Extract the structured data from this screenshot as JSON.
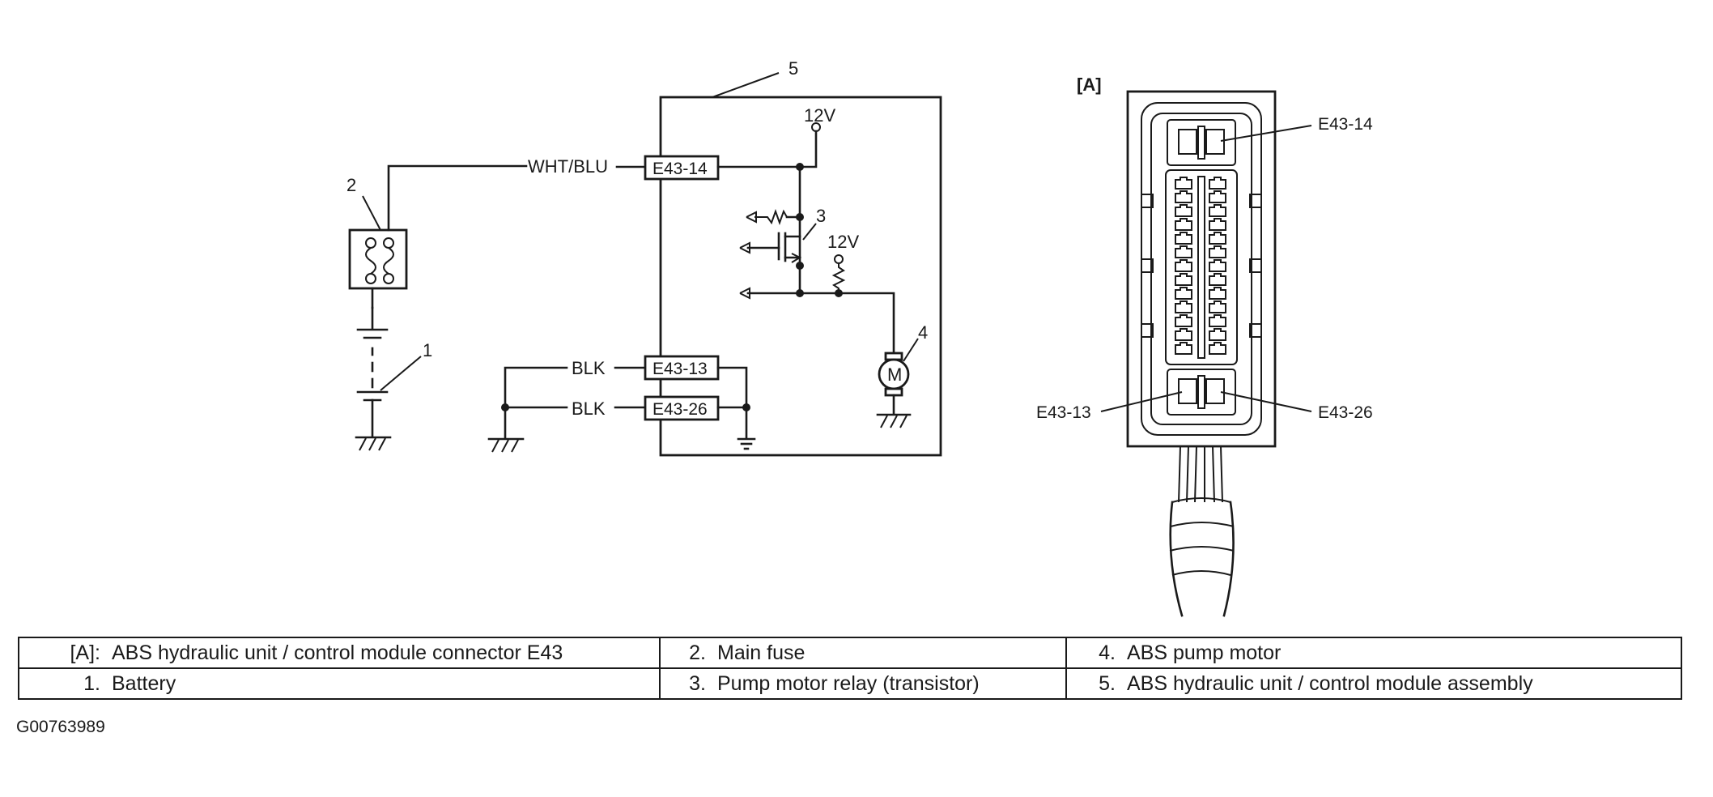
{
  "diagram": {
    "callouts": {
      "battery": "1",
      "main_fuse": "2",
      "relay": "3",
      "motor": "4",
      "assembly": "5"
    },
    "connector_view_label": "[A]",
    "wires": {
      "signal": "WHT/BLU",
      "ground_1": "BLK",
      "ground_2": "BLK"
    },
    "terminals": {
      "t14": "E43-14",
      "t13": "E43-13",
      "t26": "E43-26"
    },
    "supply_voltage": "12V",
    "motor_symbol": "M"
  },
  "legend": {
    "rows": [
      [
        {
          "key": "[A]:",
          "text": "ABS hydraulic unit / control module connector E43"
        },
        {
          "key": "2.",
          "text": "Main fuse"
        },
        {
          "key": "4.",
          "text": "ABS pump motor"
        }
      ],
      [
        {
          "key": "1.",
          "text": "Battery"
        },
        {
          "key": "3.",
          "text": "Pump motor relay (transistor)"
        },
        {
          "key": "5.",
          "text": "ABS hydraulic unit / control module assembly"
        }
      ]
    ]
  },
  "figure_id": "G00763989"
}
